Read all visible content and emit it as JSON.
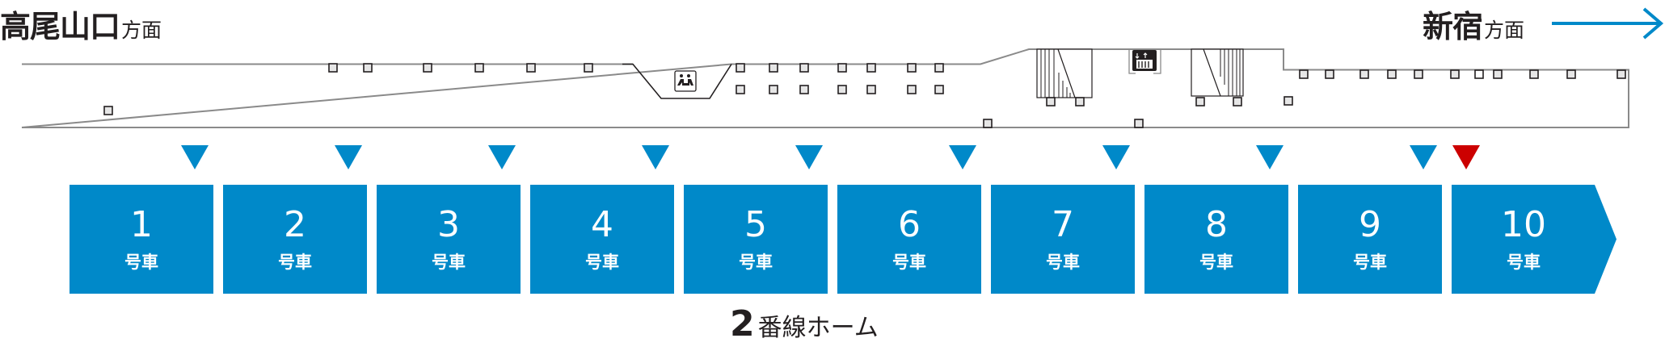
{
  "directions": {
    "left": {
      "station": "高尾山口",
      "suffix": "方面"
    },
    "right": {
      "station": "新宿",
      "suffix": "方面",
      "arrow": "right-arrow-icon"
    }
  },
  "platform": {
    "number": "2",
    "label": "番線ホーム"
  },
  "colors": {
    "car": "#0089c9",
    "door_marker": "#0089c9",
    "highlight_marker": "#cc0000",
    "arrow": "#0089c9",
    "outline": "#888888"
  },
  "facilities": [
    {
      "type": "toilet",
      "icon": "toilet-icon"
    },
    {
      "type": "stairs",
      "icon": "stairs-icon"
    },
    {
      "type": "elevator",
      "icon": "elevator-icon"
    },
    {
      "type": "stairs",
      "icon": "stairs-icon"
    }
  ],
  "cars": [
    {
      "number": "1",
      "label": "号車",
      "marker": "blue"
    },
    {
      "number": "2",
      "label": "号車",
      "marker": "blue"
    },
    {
      "number": "3",
      "label": "号車",
      "marker": "blue"
    },
    {
      "number": "4",
      "label": "号車",
      "marker": "blue"
    },
    {
      "number": "5",
      "label": "号車",
      "marker": "blue"
    },
    {
      "number": "6",
      "label": "号車",
      "marker": "blue"
    },
    {
      "number": "7",
      "label": "号車",
      "marker": "blue"
    },
    {
      "number": "8",
      "label": "号車",
      "marker": "blue"
    },
    {
      "number": "9",
      "label": "号車",
      "marker": "blue"
    },
    {
      "number": "10",
      "label": "号車",
      "marker": "red",
      "lead": true
    }
  ]
}
